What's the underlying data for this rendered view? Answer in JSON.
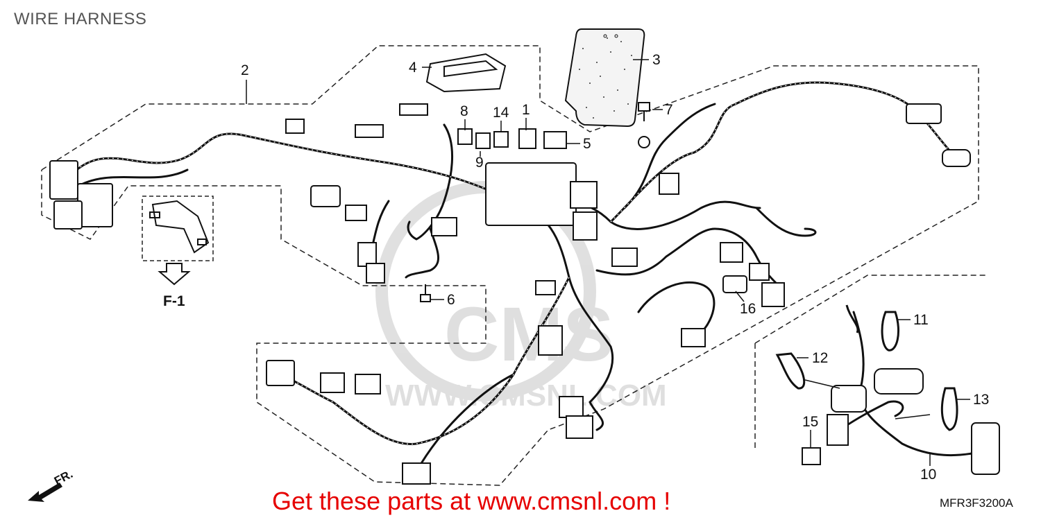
{
  "header": {
    "title": "WIRE HARNESS"
  },
  "footer": {
    "promo": "Get these parts at www.cmsnl.com !",
    "code": "MFR3F3200A"
  },
  "watermark": {
    "text": "WWW.CMSNL.COM",
    "logo": "CMS"
  },
  "diagram": {
    "labels": {
      "p1": "1",
      "p2": "2",
      "p3": "3",
      "p4": "4",
      "p5": "5",
      "p6": "6",
      "p7": "7",
      "p8": "8",
      "p9": "9",
      "p10": "10",
      "p11": "11",
      "p12": "12",
      "p13": "13",
      "p14": "14",
      "p15": "15",
      "p16": "16"
    },
    "ref": "F-1",
    "direction": "FR."
  }
}
